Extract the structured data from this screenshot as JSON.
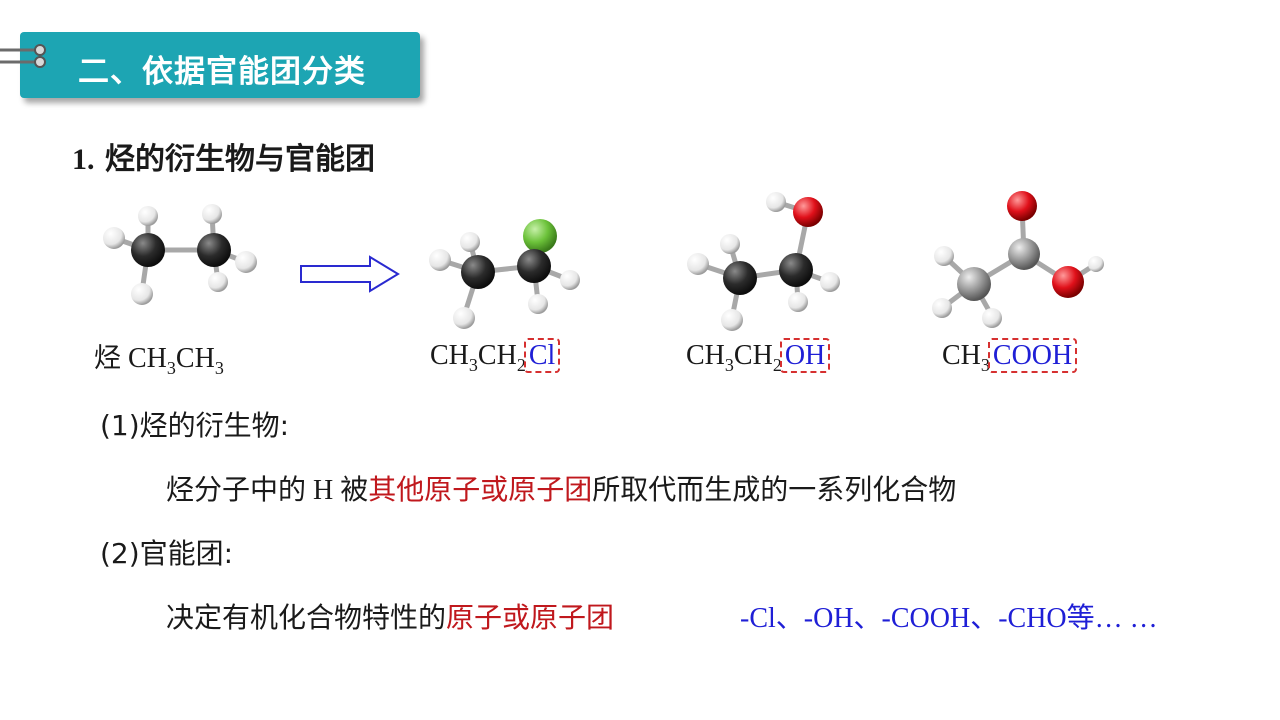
{
  "header": {
    "title": "二、依据官能团分类"
  },
  "section": {
    "number": "1.",
    "title": "烃的衍生物与官能团"
  },
  "molecules": {
    "ethane": {
      "prefix": "烃",
      "formula_parts": [
        "CH",
        "3",
        "CH",
        "3"
      ]
    },
    "chloroethane": {
      "formula_parts": [
        "CH",
        "3",
        "CH",
        "2"
      ],
      "functional_group": "Cl"
    },
    "ethanol": {
      "formula_parts": [
        "CH",
        "3",
        "CH",
        "2"
      ],
      "functional_group": "OH"
    },
    "acetic_acid": {
      "formula_parts": [
        "CH",
        "3"
      ],
      "functional_group": "COOH"
    }
  },
  "definitions": {
    "derivative": {
      "label": "(1)烃的衍生物:",
      "text_a": "烃分子中的",
      "text_h": " H ",
      "text_b": "被",
      "highlight": "其他原子或原子团",
      "text_c": "所取代而生成的一系列化合物"
    },
    "functional_group": {
      "label": "(2)官能团:",
      "text_a": "决定有机化合物特性的",
      "highlight": "原子或原子团",
      "examples": "-Cl、-OH、-COOH、-CHO等… …"
    }
  },
  "colors": {
    "banner": "#1da5b3",
    "highlight_red": "#c0181d",
    "formula_blue": "#1f1fd6",
    "dashed_box": "#d63030",
    "carbon": "#2b2b2b",
    "hydrogen": "#f2f2f2",
    "chlorine": "#6cc23a",
    "oxygen": "#e0101a"
  }
}
